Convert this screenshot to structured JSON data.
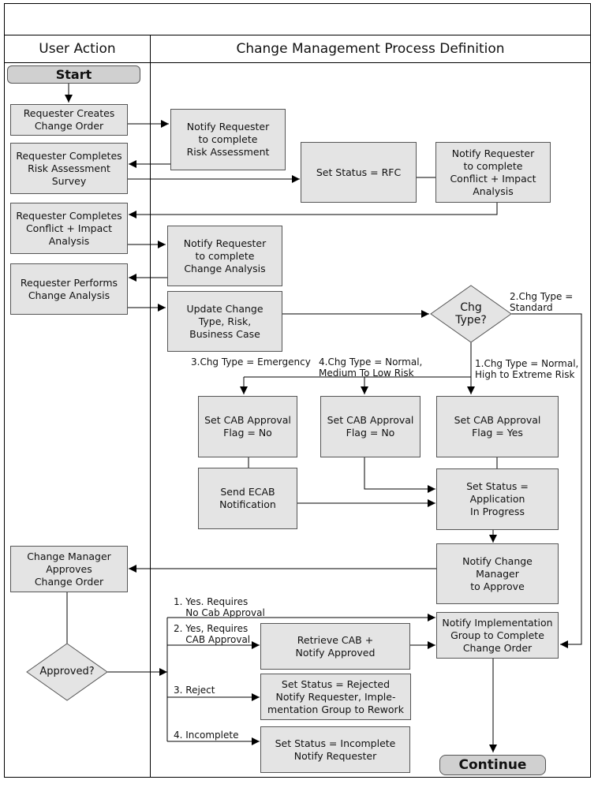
{
  "headers": {
    "user_action": "User Action",
    "process_definition": "Change Management Process Definition"
  },
  "terminals": {
    "start": "Start",
    "continue": "Continue"
  },
  "user_boxes": {
    "creates_change_order": "Requester Creates\nChange Order",
    "completes_risk_assessment": "Requester Completes\nRisk Assessment\nSurvey",
    "completes_conflict_impact": "Requester Completes\nConflict + Impact\nAnalysis",
    "performs_change_analysis": "Requester Performs\nChange Analysis",
    "manager_approves": "Change Manager\nApproves\nChange Order"
  },
  "process_boxes": {
    "notify_risk_assessment": "Notify Requester\nto complete\nRisk Assessment",
    "set_status_rfc": "Set Status = RFC",
    "notify_conflict_impact": "Notify Requester\nto complete\nConflict + Impact\nAnalysis",
    "notify_change_analysis": "Notify Requester\nto complete\nChange Analysis",
    "update_change_type": "Update Change\nType,  Risk,\nBusiness Case",
    "cab_flag_no_emergency": "Set CAB Approval\nFlag = No",
    "cab_flag_no_normal": "Set CAB Approval\nFlag = No",
    "cab_flag_yes": "Set CAB Approval\nFlag = Yes",
    "send_ecab": "Send ECAB\nNotification",
    "set_status_in_progress": "Set Status =\nApplication\nIn Progress",
    "notify_change_manager": "Notify Change\nManager\nto Approve",
    "notify_implementation": "Notify Implementation\nGroup to Complete\nChange Order",
    "retrieve_cab": "Retrieve CAB +\nNotify Approved",
    "set_status_rejected": "Set Status = Rejected\nNotify Requester, Imple-\nmentation Group to Rework",
    "set_status_incomplete": "Set Status = Incomplete\nNotify Requester"
  },
  "decisions": {
    "chg_type": "Chg\nType?",
    "approved": "Approved?"
  },
  "edge_labels": {
    "standard": "2.Chg Type =\nStandard",
    "emergency": "3.Chg Type = Emergency",
    "normal_medium_low": "4.Chg Type = Normal,\nMedium To Low Risk",
    "normal_high_extreme": "1.Chg Type = Normal,\nHigh to Extreme Risk",
    "yes_no_cab": "1. Yes. Requires\n    No Cab Approval",
    "yes_cab": "2. Yes, Requires\n    CAB Approval",
    "reject": "3. Reject",
    "incomplete": "4. Incomplete"
  }
}
